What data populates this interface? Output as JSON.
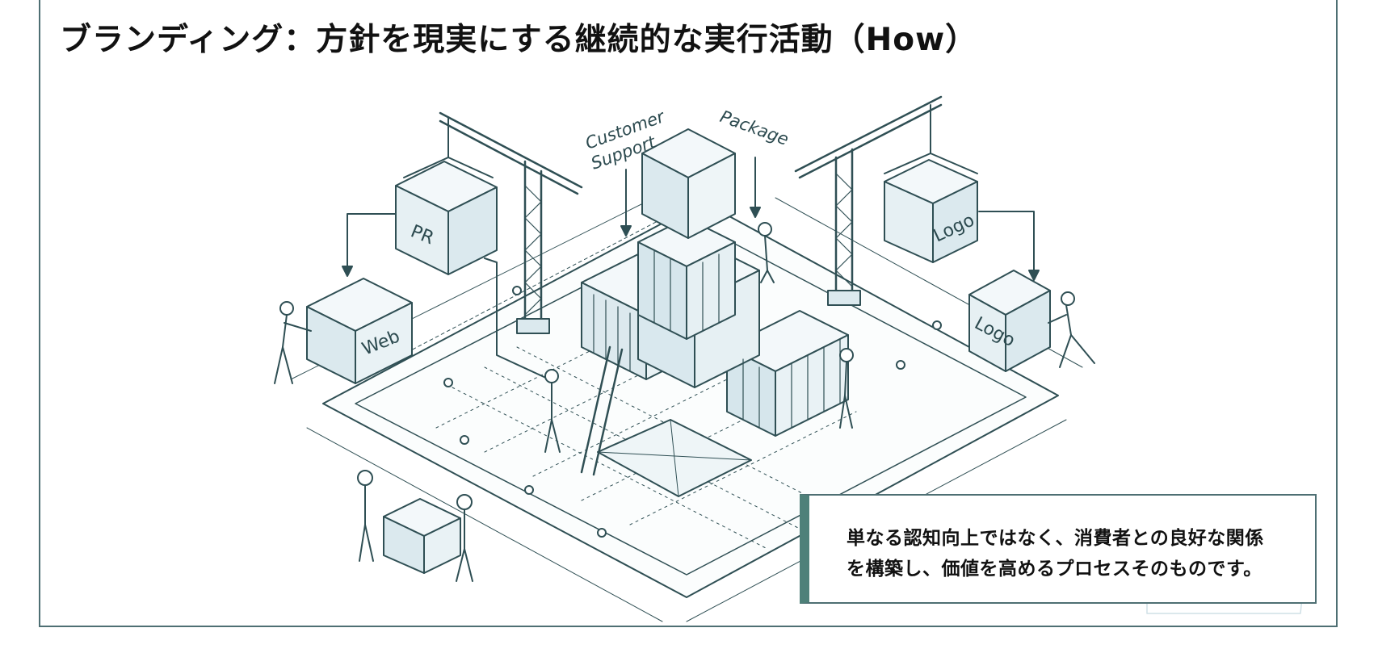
{
  "title": "ブランディング：方針を現実にする継続的な実行活動（How）",
  "illustration": {
    "labels": {
      "customer_support_1": "Customer",
      "customer_support_2": "Support",
      "package": "Package",
      "pr": "PR",
      "web": "Web",
      "logo_hanging": "Logo",
      "logo_pushed": "Logo"
    },
    "colors": {
      "line": "#2f4f54",
      "box_fill": "#e6f0f3",
      "box_top": "#f3f8fa",
      "glass": "#d9e8ee",
      "accent": "#4e8079"
    }
  },
  "callout": {
    "line1": "単なる認知向上ではなく、消費者との良好な関係",
    "line2": "を構築し、価値を高めるプロセスそのものです。"
  }
}
